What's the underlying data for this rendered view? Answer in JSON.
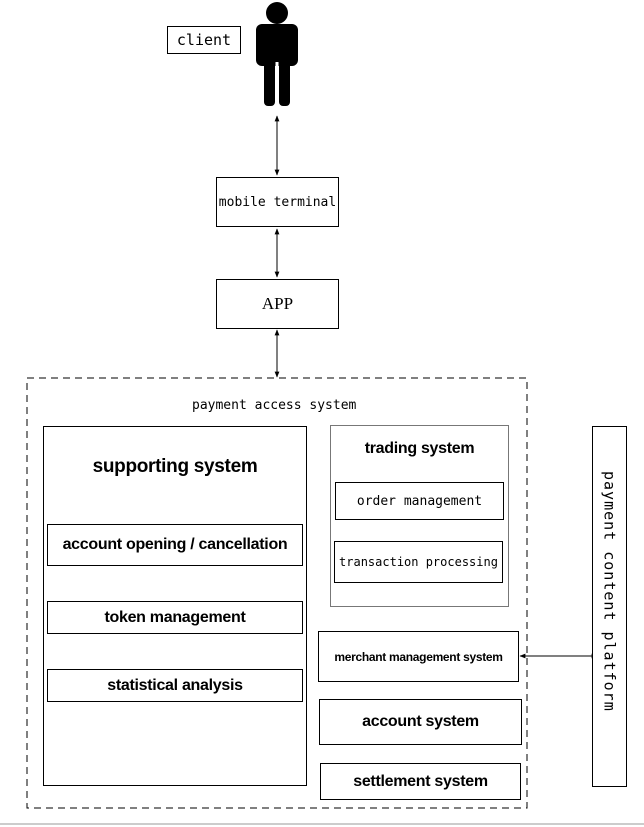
{
  "client_label": "client",
  "mobile_terminal": "mobile terminal",
  "app": "APP",
  "payment_access_system": "payment access system",
  "supporting_system": {
    "title": "supporting system",
    "items": [
      "account opening / cancellation",
      "token management",
      "statistical analysis"
    ]
  },
  "trading_system": {
    "title": "trading system",
    "items": [
      "order management",
      "transaction processing"
    ]
  },
  "merchant_management_system": "merchant management system",
  "account_system": "account system",
  "settlement_system": "settlement system",
  "payment_content_platform": "payment content platform"
}
